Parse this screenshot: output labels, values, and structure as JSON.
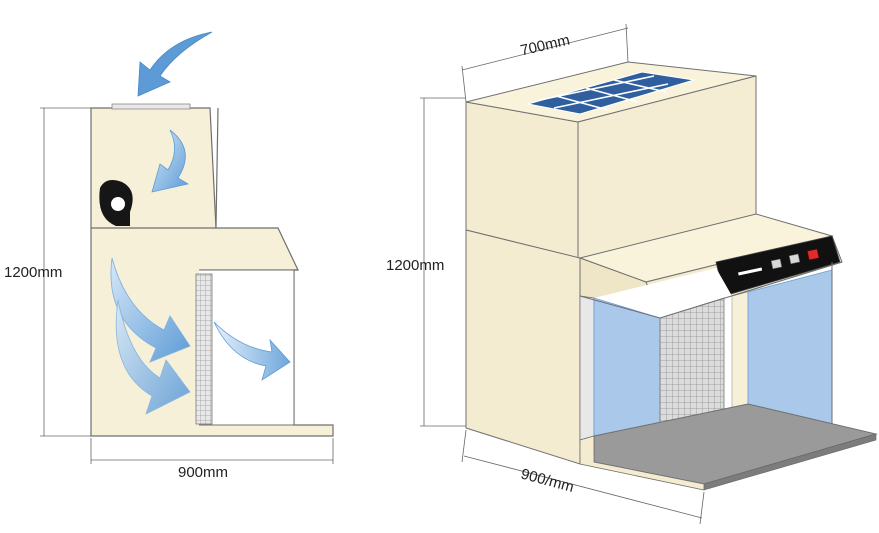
{
  "side_view": {
    "height_label": "1200mm",
    "width_label": "900mm"
  },
  "perspective_view": {
    "depth_label": "700mm",
    "height_label": "1200mm",
    "width_label": "900/mm"
  },
  "colors": {
    "cabinet": "#f7f0d8",
    "outline": "#6f6f6f",
    "airflow": "#5d9bd6",
    "glass": "#a9c8ea",
    "filter": "#2f5f9e",
    "control_panel": "#111111",
    "floor": "#9a9a9a"
  }
}
